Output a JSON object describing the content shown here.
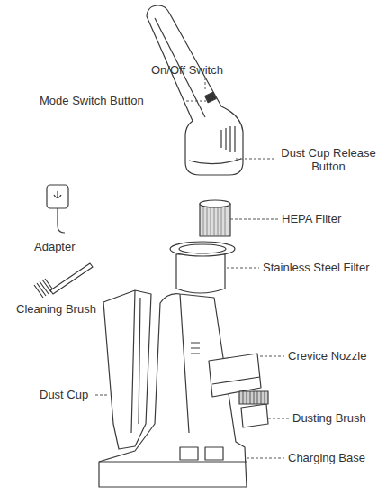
{
  "diagram": {
    "labels": [
      "On/Off Switch",
      "Mode Switch Button",
      "Dust Cup Release Button",
      "HEPA Filter",
      "Adapter",
      "Stainless Steel Filter",
      "Cleaning Brush",
      "Crevice Nozzle",
      "Dust Cup",
      "Dusting Brush",
      "Charging Base"
    ]
  }
}
